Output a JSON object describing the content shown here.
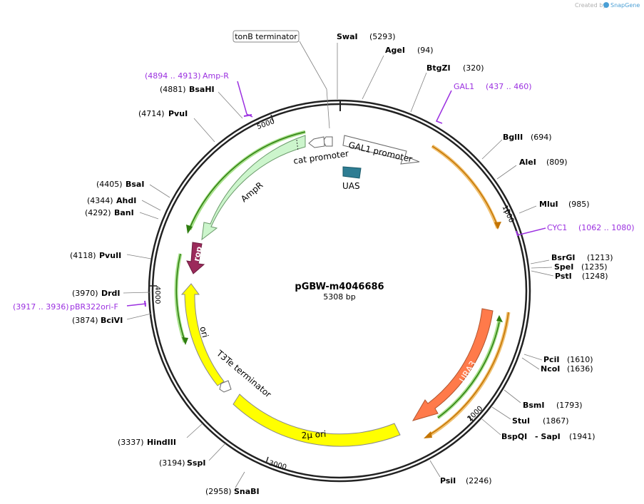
{
  "watermark": {
    "created_by": "Created by",
    "brand": "SnapGene"
  },
  "plasmid": {
    "name": "pGBW-m4046686",
    "length": "5308 bp"
  },
  "ticks": [
    "5000",
    "1000",
    "2000",
    "3000",
    "4000"
  ],
  "sites": [
    {
      "id": "swai",
      "name": "SwaI",
      "pos": "(5293)"
    },
    {
      "id": "agei",
      "name": "AgeI",
      "pos": "(94)"
    },
    {
      "id": "btgzi",
      "name": "BtgZI",
      "pos": "(320)"
    },
    {
      "id": "bglii",
      "name": "BglII",
      "pos": "(694)"
    },
    {
      "id": "alei",
      "name": "AleI",
      "pos": "(809)"
    },
    {
      "id": "mlui",
      "name": "MluI",
      "pos": "(985)"
    },
    {
      "id": "bsrgi",
      "name": "BsrGI",
      "pos": "(1213)"
    },
    {
      "id": "spei",
      "name": "SpeI",
      "pos": "(1235)"
    },
    {
      "id": "psti",
      "name": "PstI",
      "pos": "(1248)"
    },
    {
      "id": "pcii",
      "name": "PciI",
      "pos": "(1610)"
    },
    {
      "id": "ncoi",
      "name": "NcoI",
      "pos": "(1636)"
    },
    {
      "id": "bsmi",
      "name": "BsmI",
      "pos": "(1793)"
    },
    {
      "id": "stui",
      "name": "StuI",
      "pos": "(1867)"
    },
    {
      "id": "bspqi",
      "name": "BspQI",
      "name2": "- SapI",
      "pos": "(1941)"
    },
    {
      "id": "psii",
      "name": "PsiI",
      "pos": "(2246)"
    },
    {
      "id": "snabi",
      "name": "SnaBI",
      "pos": "(2958)"
    },
    {
      "id": "sspi",
      "name": "SspI",
      "pos": "(3194)"
    },
    {
      "id": "hindiii",
      "name": "HindIII",
      "pos": "(3337)"
    },
    {
      "id": "bcivi",
      "name": "BciVI",
      "pos": "(3874)"
    },
    {
      "id": "drdi",
      "name": "DrdI",
      "pos": "(3970)"
    },
    {
      "id": "pvuii",
      "name": "PvuII",
      "pos": "(4118)"
    },
    {
      "id": "bani",
      "name": "BanI",
      "pos": "(4292)"
    },
    {
      "id": "ahdi",
      "name": "AhdI",
      "pos": "(4344)"
    },
    {
      "id": "bsai",
      "name": "BsaI",
      "pos": "(4405)"
    },
    {
      "id": "pvui",
      "name": "PvuI",
      "pos": "(4714)"
    },
    {
      "id": "bsahi",
      "name": "BsaHI",
      "pos": "(4881)"
    }
  ],
  "primers": [
    {
      "id": "ampr",
      "name": "Amp-R",
      "range": "(4894 .. 4913)"
    },
    {
      "id": "gal1",
      "name": "GAL1",
      "range": "(437 .. 460)"
    },
    {
      "id": "cyc1",
      "name": "CYC1",
      "range": "(1062 .. 1080)"
    },
    {
      "id": "pbr322",
      "name": "pBR322ori-F",
      "range": "(3917 .. 3936)"
    }
  ],
  "features": {
    "tonb_terminator": "tonB terminator",
    "gal1_promoter": "GAL1 promoter",
    "cat_promoter": "cat promoter",
    "uas": "UAS",
    "ampr": "AmpR",
    "rop": "rop",
    "ori": "ori",
    "t3te_terminator": "T3Te terminator",
    "two_mu_ori": "2μ ori",
    "ura3": "URA3"
  },
  "colors": {
    "primer": "#9b30e0",
    "ampr_fill": "#ccf5cc",
    "orf_green": "#2e7d0f",
    "orf_orange": "#c47400",
    "rop": "#9b2a5b",
    "ori": "#ffff00",
    "ura3": "#ff7a4a",
    "uas": "#2e7d93"
  }
}
